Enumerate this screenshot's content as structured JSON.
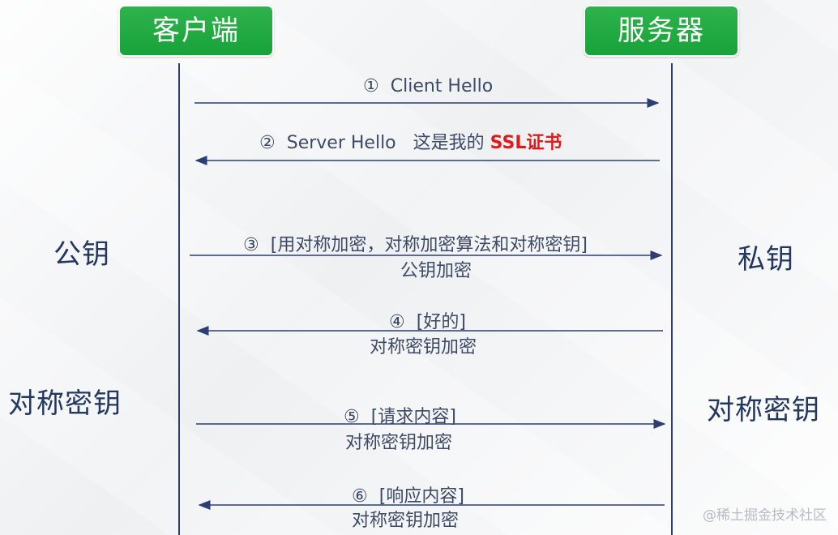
{
  "actors": {
    "client": "客户端",
    "server": "服务器"
  },
  "side_labels": {
    "client_public_key": "公钥",
    "server_private_key": "私钥",
    "client_symmetric_key": "对称密钥",
    "server_symmetric_key": "对称密钥"
  },
  "messages": [
    {
      "num": "①",
      "text": "Client Hello",
      "direction": "client-to-server"
    },
    {
      "num": "②",
      "text": "Server Hello",
      "extra": "这是我的",
      "highlight": "SSL证书",
      "direction": "server-to-client"
    },
    {
      "num": "③",
      "text": "[用对称加密，对称加密算法和对称密钥]",
      "sub": "公钥加密",
      "direction": "client-to-server"
    },
    {
      "num": "④",
      "text": "[好的]",
      "sub": "对称密钥加密",
      "direction": "server-to-client"
    },
    {
      "num": "⑤",
      "text": "[请求内容]",
      "sub": "对称密钥加密",
      "direction": "client-to-server"
    },
    {
      "num": "⑥",
      "text": "[响应内容]",
      "sub": "对称密钥加密",
      "direction": "server-to-client"
    }
  ],
  "watermark": "@稀土掘金技术社区",
  "colors": {
    "actor_badge": "#1fa83f",
    "line": "#2c3e73",
    "highlight": "#e11b1b",
    "text": "#3d4a66"
  }
}
